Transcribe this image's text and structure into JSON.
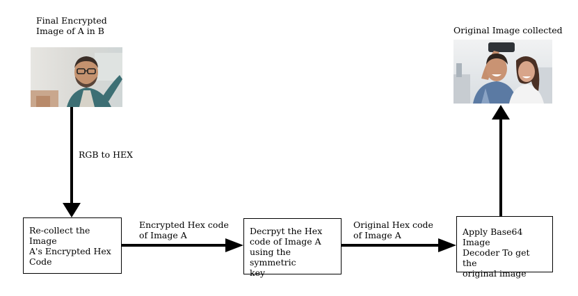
{
  "top_left_caption": "Final Encrypted\nImage of A in B",
  "top_right_caption": "Original Image collected",
  "vertical_arrow_label": "RGB to HEX",
  "boxes": [
    {
      "text": "Re-collect the Image\nA's Encrypted Hex\nCode"
    },
    {
      "text": "Decrpyt the Hex\ncode of Image A\nusing the symmetric\nkey"
    },
    {
      "text": "Apply Base64 Image\nDecoder To get the\noriginal image"
    }
  ],
  "edge_labels": [
    "Encrypted Hex code\nof Image A",
    "Original Hex code\nof Image A"
  ],
  "images": {
    "encrypted": "photo of a man with glasses taking a selfie",
    "original": "photo of a couple taking a selfie"
  }
}
